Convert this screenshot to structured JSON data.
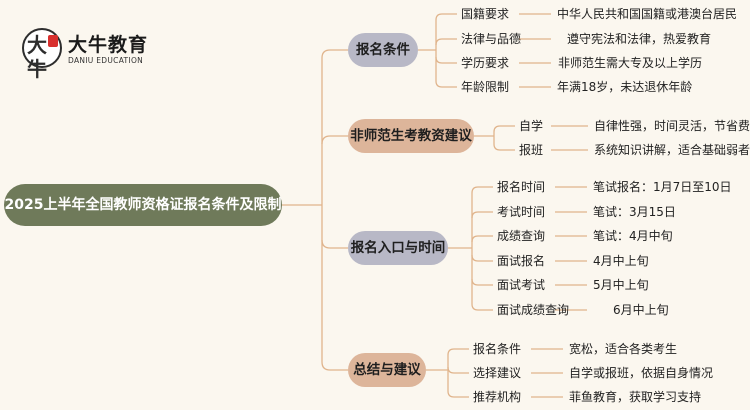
{
  "logo": {
    "name_cn": "大牛教育",
    "name_en": "DANIU EDUCATION",
    "mark_glyph": "大牛",
    "accent_color": "#d8302e"
  },
  "root": {
    "label": "2025上半年全国教师资格证报名条件及限制"
  },
  "branches": [
    {
      "label": "报名条件",
      "items": [
        {
          "key": "国籍要求",
          "value": "中华人民共和国国籍或港澳台居民"
        },
        {
          "key": "法律与品德",
          "value": "遵守宪法和法律，热爱教育"
        },
        {
          "key": "学历要求",
          "value": "非师范生需大专及以上学历"
        },
        {
          "key": "年龄限制",
          "value": "年满18岁，未达退休年龄"
        }
      ]
    },
    {
      "label": "非师范生考教资建议",
      "items": [
        {
          "key": "自学",
          "value": "自律性强，时间灵活，节省费用"
        },
        {
          "key": "报班",
          "value": "系统知识讲解，适合基础弱者"
        }
      ]
    },
    {
      "label": "报名入口与时间",
      "items": [
        {
          "key": "报名时间",
          "value": "笔试报名：1月7日至10日"
        },
        {
          "key": "考试时间",
          "value": "笔试：3月15日"
        },
        {
          "key": "成绩查询",
          "value": "笔试：4月中旬"
        },
        {
          "key": "面试报名",
          "value": "4月中上旬"
        },
        {
          "key": "面试考试",
          "value": "5月中上旬"
        },
        {
          "key": "面试成绩查询",
          "value": "6月中上旬"
        }
      ]
    },
    {
      "label": "总结与建议",
      "items": [
        {
          "key": "报名条件",
          "value": "宽松，适合各类考生"
        },
        {
          "key": "选择建议",
          "value": "自学或报班，依据自身情况"
        },
        {
          "key": "推荐机构",
          "value": "菲鱼教育，获取学习支持"
        }
      ]
    }
  ],
  "colors": {
    "root_fill": "#6f7a5a",
    "branch_purple": "#b8b8c6",
    "branch_peach": "#ddb59a",
    "connector": "#e0b48c",
    "background": "#fbf7ef"
  }
}
